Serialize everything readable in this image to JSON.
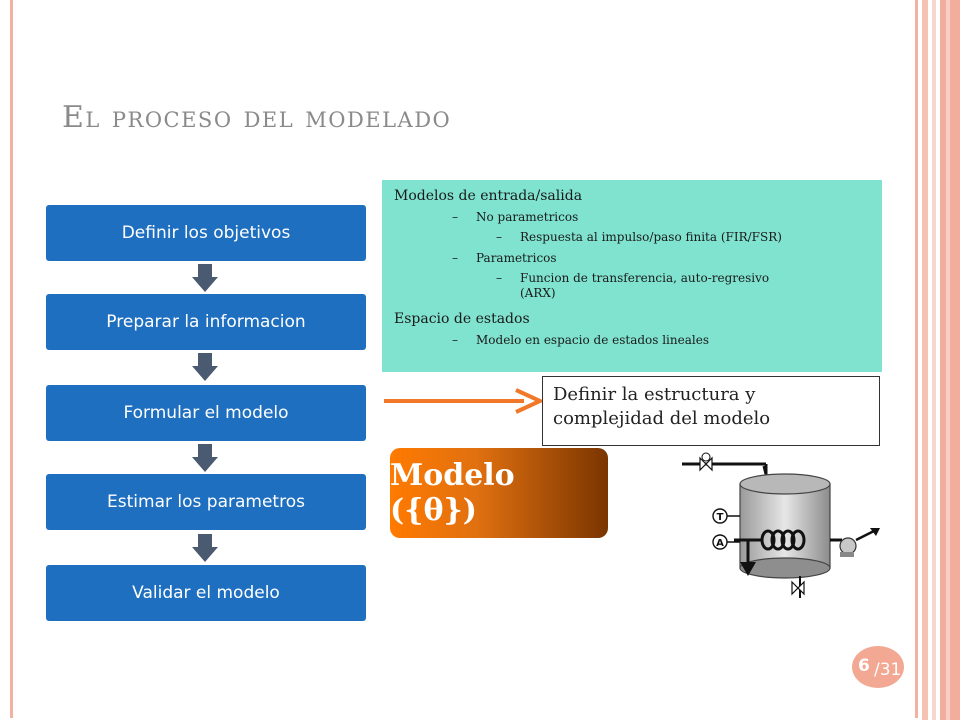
{
  "title": "El proceso del modelado",
  "steps": [
    {
      "label": "Definir los objetivos"
    },
    {
      "label": "Preparar la informacion"
    },
    {
      "label": "Formular el modelo"
    },
    {
      "label": "Estimar los parametros"
    },
    {
      "label": "Validar el modelo"
    }
  ],
  "model_types": {
    "io_heading": "Modelos de entrada/salida",
    "nonparam": "No parametricos",
    "nonparam_item": "Respuesta al impulso/paso finita (FIR/FSR)",
    "param": "Parametricos",
    "param_item_line1": "Funcion de transferencia, auto-regresivo",
    "param_item_line2": "(ARX)",
    "ss_heading": "Espacio de estados",
    "ss_item": "Modelo en espacio de estados lineales",
    "dash": "–"
  },
  "structure_box": {
    "line1": "Definir la estructura y",
    "line2": "complejidad del modelo"
  },
  "model_badge": "Modelo ({θ})",
  "process_diagram": {
    "temp_label": "T",
    "analyzer_label": "A"
  },
  "page": {
    "current": "6",
    "total": "/31"
  },
  "colors": {
    "step_blue": "#1f6fc0",
    "box_teal": "#7fe3cf",
    "arrow_orange": "#f07828",
    "title_gray": "#8a8a8a"
  }
}
